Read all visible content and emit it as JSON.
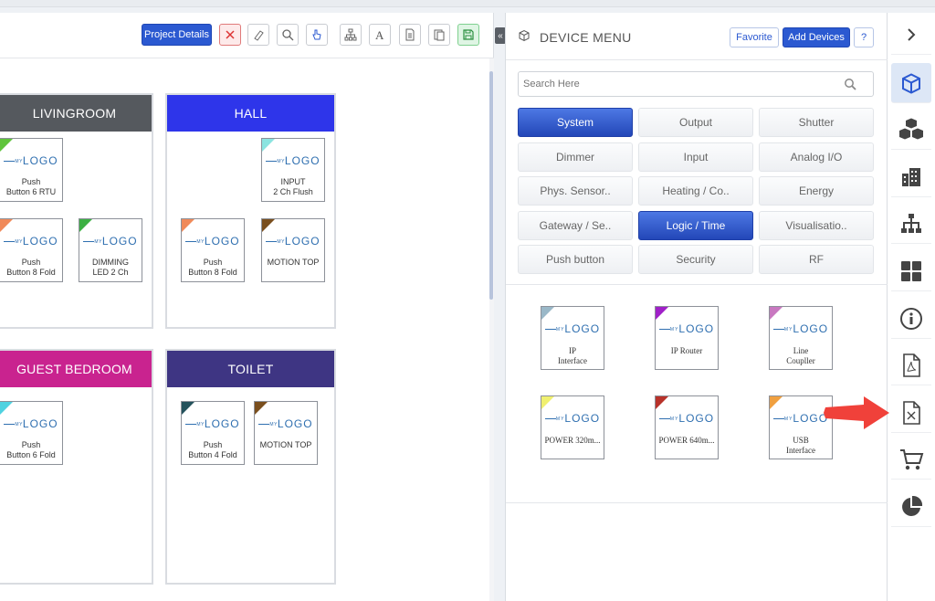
{
  "toolbar": {
    "project_details": "Project Details"
  },
  "rooms": [
    {
      "name": "LIVINGROOM",
      "color": "#55595e"
    },
    {
      "name": "HALL",
      "color": "#2e35ea"
    },
    {
      "name": "GUEST BEDROOM",
      "color": "#c9238f"
    },
    {
      "name": "TOILET",
      "color": "#3e3583"
    }
  ],
  "canvas_devices": [
    {
      "label1": "Push",
      "label2": "Button 6 RTU",
      "corner": "#5fc43b"
    },
    {
      "label1": "Push",
      "label2": "Button 8 Fold",
      "corner": "#f08a5a"
    },
    {
      "label1": "DIMMING",
      "label2": "LED 2 Ch",
      "corner": "#3cb043"
    },
    {
      "label1": "INPUT",
      "label2": "2 Ch Flush",
      "corner": "#8be4e0"
    },
    {
      "label1": "Push",
      "label2": "Button 8 Fold",
      "corner": "#f08a5a"
    },
    {
      "label1": "MOTION TOP",
      "label2": "",
      "corner": "#7a4f1e"
    },
    {
      "label1": "Push",
      "label2": "Button 6 Fold",
      "corner": "#4fd2e0"
    },
    {
      "label1": "Push",
      "label2": "Button 4 Fold",
      "corner": "#24525c"
    },
    {
      "label1": "MOTION TOP",
      "label2": "",
      "corner": "#7a4f1e"
    }
  ],
  "logo": {
    "my": "MY",
    "text": "LOGO"
  },
  "menu": {
    "title": "DEVICE MENU",
    "favorite": "Favorite",
    "add_devices": "Add Devices",
    "help": "?",
    "search_placeholder": "Search Here",
    "categories": [
      "System",
      "Output",
      "Shutter",
      "Dimmer",
      "Input",
      "Analog I/O",
      "Phys. Sensor..",
      "Heating / Co..",
      "Energy",
      "Gateway / Se..",
      "Logic / Time",
      "Visualisatio..",
      "Push button",
      "Security",
      "RF"
    ],
    "devices": [
      {
        "label1": "IP",
        "label2": "Interface",
        "corner": "#9ab8c8"
      },
      {
        "label1": "IP Router",
        "label2": "",
        "corner": "#a020c8"
      },
      {
        "label1": "Line",
        "label2": "Coupller",
        "corner": "#c878c0"
      },
      {
        "label1": "POWER 320m...",
        "label2": "",
        "corner": "#f0f070"
      },
      {
        "label1": "POWER 640m...",
        "label2": "",
        "corner": "#b8322a"
      },
      {
        "label1": "USB",
        "label2": "Interface",
        "corner": "#f0a040"
      }
    ]
  },
  "colors": {
    "accent": "#2b59d1",
    "arrow": "#f0413a"
  }
}
